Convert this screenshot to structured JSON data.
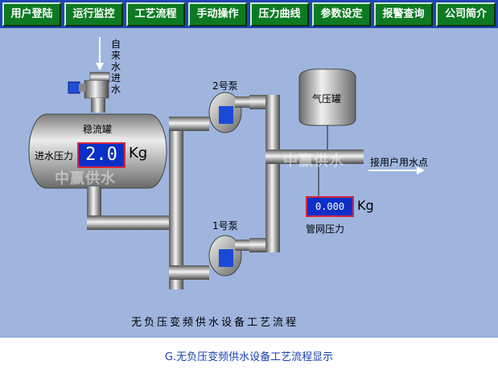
{
  "nav": {
    "items": [
      "用户登陆",
      "运行监控",
      "工艺流程",
      "手动操作",
      "压力曲线",
      "参数设定",
      "报警查询",
      "公司简介"
    ]
  },
  "diagram": {
    "inlet_label": "自来水进水",
    "stabilizer_tank_label": "稳流罐",
    "inlet_pressure_label": "进水压力",
    "inlet_pressure_value": "2.0",
    "inlet_pressure_unit": "Kg",
    "watermark": "中赢供水",
    "pump2_label": "2号泵",
    "pump1_label": "1号泵",
    "gas_tank_label": "气压罐",
    "outlet_label": "接用户用水点",
    "network_pressure_value": "0.000",
    "network_pressure_unit": "Kg",
    "network_pressure_label": "管网压力",
    "title": "无负压变频供水设备工艺流程"
  },
  "caption": "G.无负压变频供水设备工艺流程显示",
  "colors": {
    "nav_background": "#1e46b4",
    "nav_button": "#0d7a23",
    "panel_background": "#9fb5de",
    "display_background": "#0a30c8",
    "display_border": "#d7263d",
    "caption_text": "#1a3fb0"
  }
}
